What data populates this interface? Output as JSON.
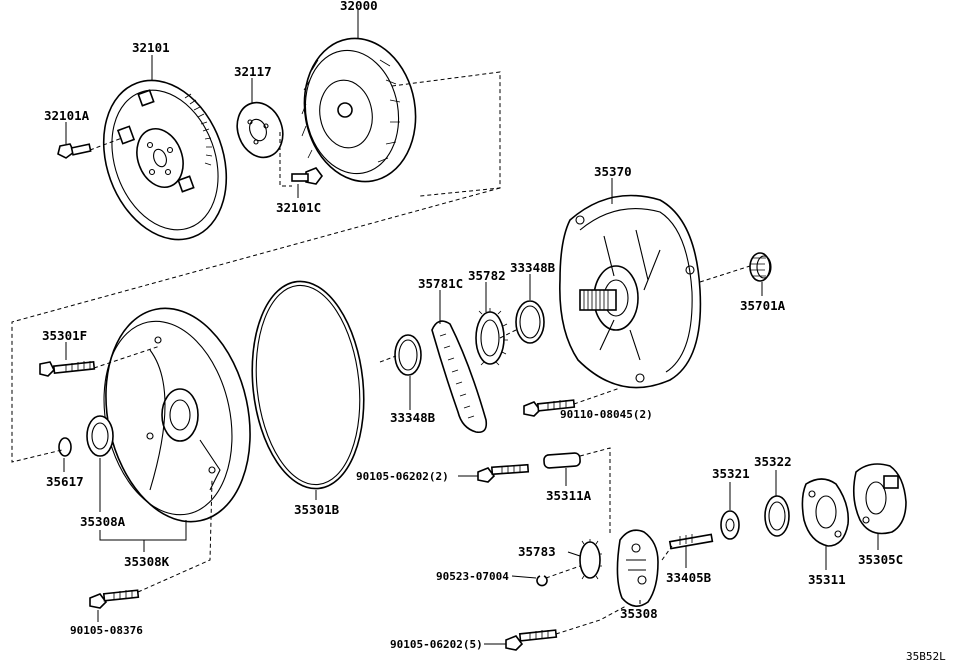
{
  "diagram_code": "35B52L",
  "labels": {
    "p32000": "32000",
    "p32101": "32101",
    "p32117": "32117",
    "p32101A": "32101A",
    "p32101C": "32101C",
    "p35370": "35370",
    "p35701A": "35701A",
    "p35781C": "35781C",
    "p35782": "35782",
    "p33348B_top": "33348B",
    "p33348B_bottom": "33348B",
    "p35301F": "35301F",
    "p35301B": "35301B",
    "p35617": "35617",
    "p35308A": "35308A",
    "p35308K": "35308K",
    "p90110": "90110-08045(2)",
    "p90105_a": "90105-06202(2)",
    "p35311A": "35311A",
    "p35321": "35321",
    "p35322": "35322",
    "p35311": "35311",
    "p35305C": "35305C",
    "p35783": "35783",
    "p90523": "90523-07004",
    "p33405B": "33405B",
    "p35308": "35308",
    "p90105_b": "90105-08376",
    "p90105_c": "90105-06202(5)"
  }
}
